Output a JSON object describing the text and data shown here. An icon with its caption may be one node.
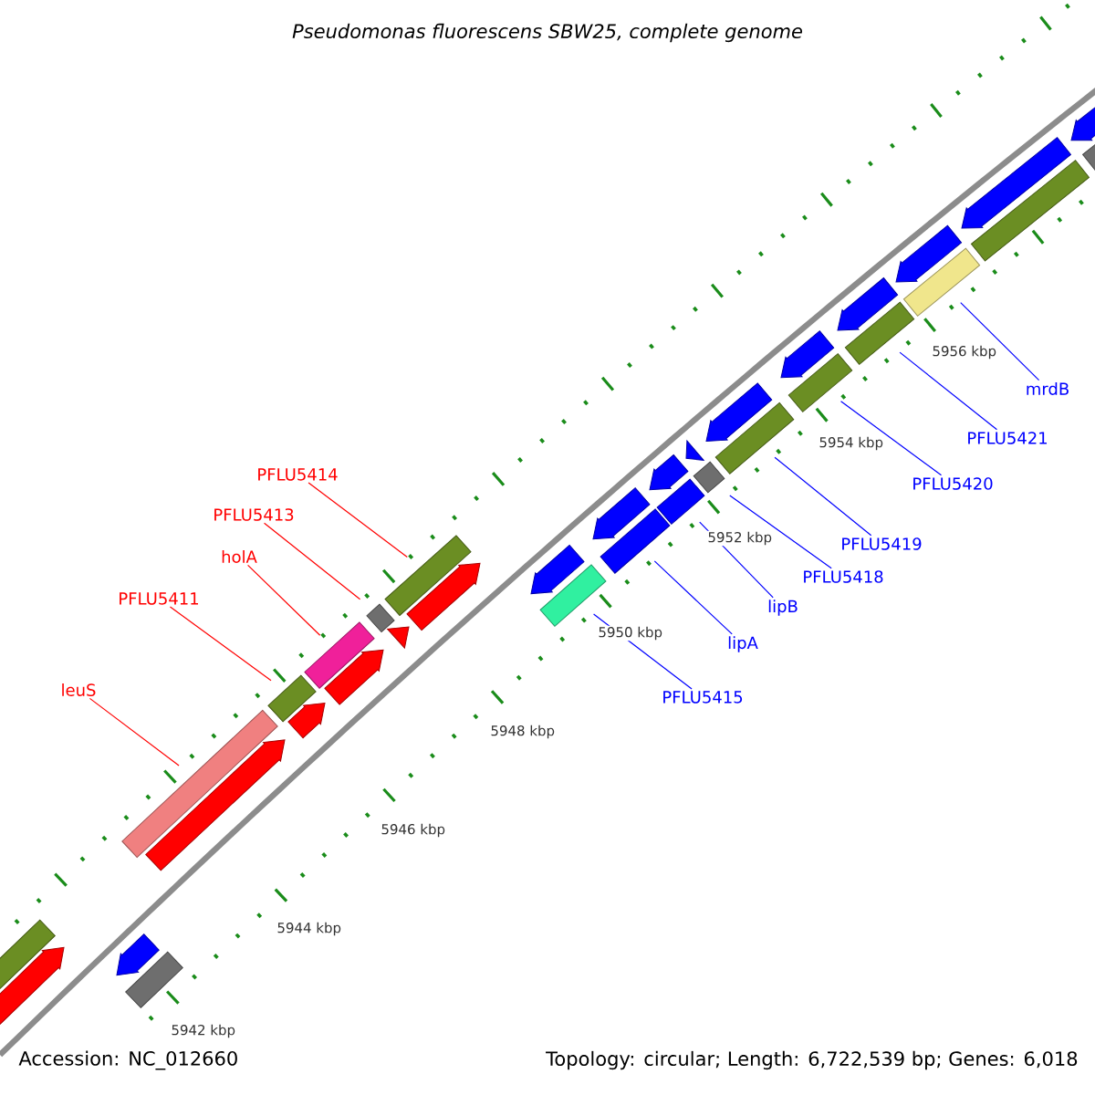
{
  "diagram": {
    "title": "Pseudomonas fluorescens SBW25, complete genome",
    "nodes": [
      {
        "text": [
          "leuS"
        ]
      },
      {
        "text": [],
        "shape": "bar"
      },
      {
        "text": [
          "PFLU5411"
        ]
      },
      {
        "text": [],
        "shape": "bar"
      },
      {
        "text": [
          "holA"
        ]
      },
      {
        "text": [],
        "shape": "bar"
      },
      {
        "text": [
          "PFLU5413"
        ]
      },
      {
        "text": [],
        "shape": "bar"
      },
      {
        "text": [
          "PFLU5414"
        ]
      },
      {
        "text": [],
        "shape": "bar"
      },
      {
        "text": [
          "PFLU5415"
        ]
      },
      {
        "text": [],
        "shape": "bar"
      },
      {
        "text": [
          "lipA"
        ]
      },
      {
        "text": [],
        "shape": "bar"
      },
      {
        "text": [
          "lipB"
        ]
      },
      {
        "text": [],
        "shape": "bar"
      },
      {
        "text": [
          "PFLU5418"
        ]
      },
      {
        "text": [],
        "shape": "bar"
      },
      {
        "text": [
          "PFLU5419"
        ]
      },
      {
        "text": [],
        "shape": "bar"
      },
      {
        "text": [
          "PFLU5420"
        ]
      },
      {
        "text": [],
        "shape": "bar"
      },
      {
        "text": [
          "PFLU5421"
        ]
      },
      {
        "text": [],
        "shape": "bar"
      },
      {
        "text": [
          "mrdB"
        ]
      },
      {
        "text": [],
        "shape": "bar"
      },
      {
        "text": [],
        "shape": "arrow"
      },
      {
        "text": [],
        "shape": "bar"
      },
      {
        "text": [],
        "shape": "arrow"
      },
      {
        "text": [],
        "shape": "bar"
      },
      {
        "text": [],
        "shape": "arrow"
      },
      {
        "text": [],
        "shape": "arrow"
      },
      {
        "text": [],
        "shape": "arrow"
      },
      {
        "text": [],
        "shape": "arrow"
      },
      {
        "text": [],
        "shape": "arrow"
      },
      {
        "text": [],
        "shape": "arrow"
      },
      {
        "text": [],
        "shape": "arrow"
      },
      {
        "text": [],
        "shape": "arrow"
      },
      {
        "text": [],
        "shape": "arrow"
      },
      {
        "text": [],
        "shape": "arrow"
      },
      {
        "text": [],
        "shape": "arrow"
      },
      {
        "text": [],
        "shape": "arrow"
      },
      {
        "text": [],
        "shape": "arrow"
      },
      {
        "text": [],
        "shape": "arrow"
      },
      {
        "text": [],
        "shape": "bar"
      },
      {
        "text": [],
        "shape": "arrow"
      },
      {
        "text": [],
        "shape": "bar"
      }
    ],
    "edges": [
      {
        "from": 0,
        "to": 1,
        "arrow": "none",
        "color": "#ff0000"
      },
      {
        "from": 2,
        "to": 3,
        "arrow": "none",
        "color": "#ff0000"
      },
      {
        "from": 4,
        "to": 5,
        "arrow": "none",
        "color": "#ff0000"
      },
      {
        "from": 6,
        "to": 7,
        "arrow": "none",
        "color": "#ff0000"
      },
      {
        "from": 8,
        "to": 9,
        "arrow": "none",
        "color": "#ff0000"
      },
      {
        "from": 10,
        "to": 11,
        "arrow": "none"
      },
      {
        "from": 12,
        "to": 13,
        "arrow": "none"
      },
      {
        "from": 14,
        "to": 15,
        "arrow": "none"
      },
      {
        "from": 16,
        "to": 17,
        "arrow": "none"
      },
      {
        "from": 18,
        "to": 19,
        "arrow": "none"
      },
      {
        "from": 20,
        "to": 21,
        "arrow": "none"
      },
      {
        "from": 22,
        "to": 23,
        "arrow": "none"
      },
      {
        "from": 24,
        "to": 25,
        "arrow": "none"
      }
    ],
    "labels": [
      "5956 kbp",
      "5954 kbp",
      "5952 kbp",
      "5950 kbp",
      "5948 kbp",
      "5946 kbp",
      "5944 kbp",
      "5942 kbp",
      "Accession: NC_012660",
      "Topology: circular; Length: 6,722,539 bp; Genes: 6,018"
    ]
  }
}
